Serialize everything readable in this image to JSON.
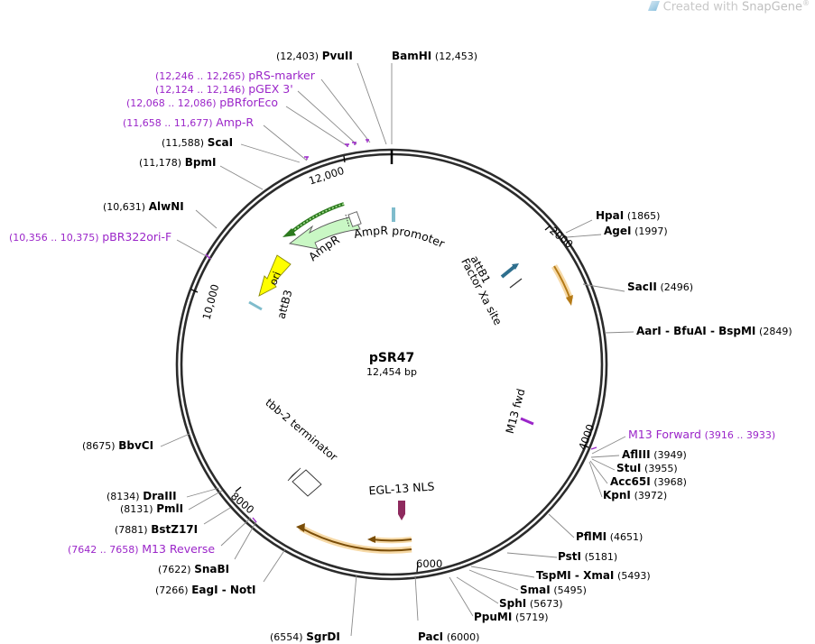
{
  "watermark": {
    "prefix": "Created with ",
    "brand": "SnapGene",
    "mark": "®"
  },
  "plasmid": {
    "name": "pSR47",
    "length_label": "12,454 bp",
    "length": 12454
  },
  "colors": {
    "enzyme": "#000000",
    "primer": "#9b26c9",
    "backbone": "#2b2b2b"
  },
  "ticks": [
    "2000",
    "4000",
    "6000",
    "8000",
    "10,000",
    "12,000"
  ],
  "sites": [
    {
      "names": [
        "PvuII"
      ],
      "pos": "(12,403)",
      "bp": 12403,
      "kind": "enzyme"
    },
    {
      "names": [
        "BamHI"
      ],
      "pos": "(12,453)",
      "bp": 12453,
      "kind": "enzyme"
    },
    {
      "names": [
        "pRS-marker"
      ],
      "pos": "(12,246 .. 12,265)",
      "bp": 12255,
      "kind": "primer"
    },
    {
      "names": [
        "pGEX 3'"
      ],
      "pos": "(12,124 .. 12,146)",
      "bp": 12135,
      "kind": "primer"
    },
    {
      "names": [
        "pBRforEco"
      ],
      "pos": "(12,068 .. 12,086)",
      "bp": 12077,
      "kind": "primer"
    },
    {
      "names": [
        "Amp-R"
      ],
      "pos": "(11,658 .. 11,677)",
      "bp": 11667,
      "kind": "primer"
    },
    {
      "names": [
        "ScaI"
      ],
      "pos": "(11,588)",
      "bp": 11588,
      "kind": "enzyme"
    },
    {
      "names": [
        "BpmI"
      ],
      "pos": "(11,178)",
      "bp": 11178,
      "kind": "enzyme"
    },
    {
      "names": [
        "AlwNI"
      ],
      "pos": "(10,631)",
      "bp": 10631,
      "kind": "enzyme"
    },
    {
      "names": [
        "pBR322ori-F"
      ],
      "pos": "(10,356 .. 10,375)",
      "bp": 10365,
      "kind": "primer"
    },
    {
      "names": [
        "HpaI"
      ],
      "pos": "(1865)",
      "bp": 1865,
      "kind": "enzyme"
    },
    {
      "names": [
        "AgeI"
      ],
      "pos": "(1997)",
      "bp": 1997,
      "kind": "enzyme"
    },
    {
      "names": [
        "SacII"
      ],
      "pos": "(2496)",
      "bp": 2496,
      "kind": "enzyme"
    },
    {
      "names": [
        "AarI",
        "BfuAI",
        "BspMI"
      ],
      "pos": "(2849)",
      "bp": 2849,
      "kind": "enzyme"
    },
    {
      "names": [
        "M13 Forward"
      ],
      "pos": "(3916 .. 3933)",
      "bp": 3925,
      "kind": "primer"
    },
    {
      "names": [
        "AflIII"
      ],
      "pos": "(3949)",
      "bp": 3949,
      "kind": "enzyme"
    },
    {
      "names": [
        "StuI"
      ],
      "pos": "(3955)",
      "bp": 3955,
      "kind": "enzyme"
    },
    {
      "names": [
        "Acc65I"
      ],
      "pos": "(3968)",
      "bp": 3968,
      "kind": "enzyme"
    },
    {
      "names": [
        "KpnI"
      ],
      "pos": "(3972)",
      "bp": 3972,
      "kind": "enzyme"
    },
    {
      "names": [
        "PflMI"
      ],
      "pos": "(4651)",
      "bp": 4651,
      "kind": "enzyme"
    },
    {
      "names": [
        "PstI"
      ],
      "pos": "(5181)",
      "bp": 5181,
      "kind": "enzyme"
    },
    {
      "names": [
        "TspMI",
        "XmaI"
      ],
      "pos": "(5493)",
      "bp": 5493,
      "kind": "enzyme"
    },
    {
      "names": [
        "SmaI"
      ],
      "pos": "(5495)",
      "bp": 5495,
      "kind": "enzyme"
    },
    {
      "names": [
        "SphI"
      ],
      "pos": "(5673)",
      "bp": 5673,
      "kind": "enzyme"
    },
    {
      "names": [
        "PpuMI"
      ],
      "pos": "(5719)",
      "bp": 5719,
      "kind": "enzyme"
    },
    {
      "names": [
        "PacI"
      ],
      "pos": "(6000)",
      "bp": 6000,
      "kind": "enzyme"
    },
    {
      "names": [
        "SgrDI"
      ],
      "pos": "(6554)",
      "bp": 6554,
      "kind": "enzyme"
    },
    {
      "names": [
        "EagI",
        "NotI"
      ],
      "pos": "(7266)",
      "bp": 7266,
      "kind": "enzyme"
    },
    {
      "names": [
        "SnaBI"
      ],
      "pos": "(7622)",
      "bp": 7622,
      "kind": "enzyme"
    },
    {
      "names": [
        "M13 Reverse"
      ],
      "pos": "(7642 .. 7658)",
      "bp": 7650,
      "kind": "primer"
    },
    {
      "names": [
        "BstZ17I"
      ],
      "pos": "(7881)",
      "bp": 7881,
      "kind": "enzyme"
    },
    {
      "names": [
        "PmlI"
      ],
      "pos": "(8131)",
      "bp": 8131,
      "kind": "enzyme"
    },
    {
      "names": [
        "DraIII"
      ],
      "pos": "(8134)",
      "bp": 8134,
      "kind": "enzyme"
    },
    {
      "names": [
        "BbvCI"
      ],
      "pos": "(8675)",
      "bp": 8675,
      "kind": "enzyme"
    }
  ],
  "features": [
    {
      "label": "AmpR promoter",
      "color": "#7fbccc"
    },
    {
      "label": "AmpR",
      "color": "#c9f7c4"
    },
    {
      "label": "ori",
      "color": "#ffff00"
    },
    {
      "label": "attB3",
      "color": "#7fbccc"
    },
    {
      "label": "attB1",
      "color": "#2e6f8e"
    },
    {
      "label": "Factor Xa site",
      "color": "#333333"
    },
    {
      "label": "M13 fwd",
      "color": "#9b26c9"
    },
    {
      "label": "tbb-2 terminator",
      "color": "#ffffff"
    },
    {
      "label": "EGL-13 NLS",
      "color": "#8e2a5e"
    },
    {
      "label": "",
      "color": "#e8a33a"
    }
  ]
}
